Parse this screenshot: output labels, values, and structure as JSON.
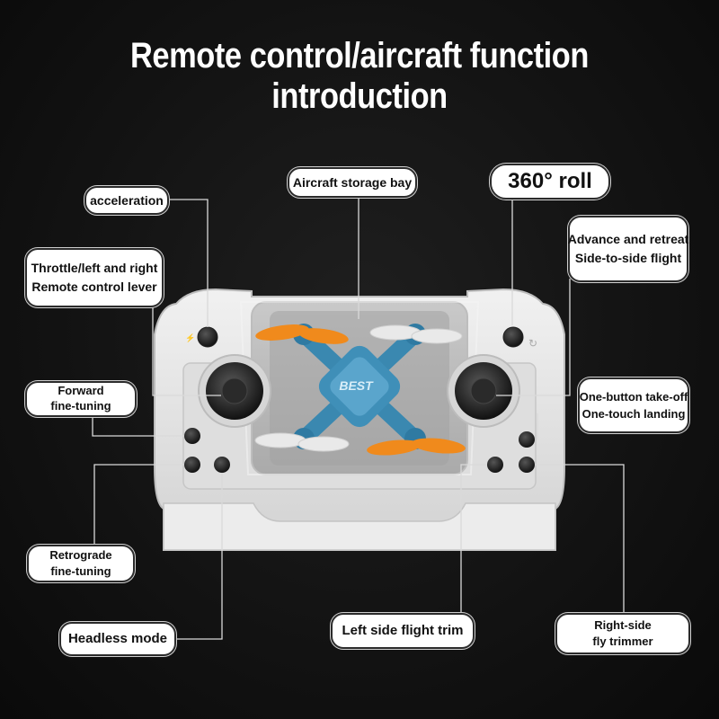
{
  "title": "Remote control/aircraft function introduction",
  "drone_brand": "BEST",
  "labels": {
    "acceleration": "acceleration",
    "storage_bay": "Aircraft storage bay",
    "roll": "360° roll",
    "throttle": [
      "Throttle/left and right",
      "Remote control lever"
    ],
    "advance": [
      "Advance and retreat",
      "Side-to-side flight"
    ],
    "forward": [
      "Forward",
      "fine-tuning"
    ],
    "takeoff": [
      "One-button take-off",
      "One-touch landing"
    ],
    "retrograde": [
      "Retrograde",
      "fine-tuning"
    ],
    "headless": "Headless mode",
    "left_trim": "Left side flight trim",
    "right_trim": [
      "Right-side",
      "fly trimmer"
    ]
  },
  "colors": {
    "background": "#141414",
    "controller_body": "#e4e4e4",
    "drone_body": "#3f8fb8",
    "propeller_orange": "#f08a1c",
    "propeller_white": "#e9e9e9",
    "leader_line": "#d9d9d9"
  }
}
